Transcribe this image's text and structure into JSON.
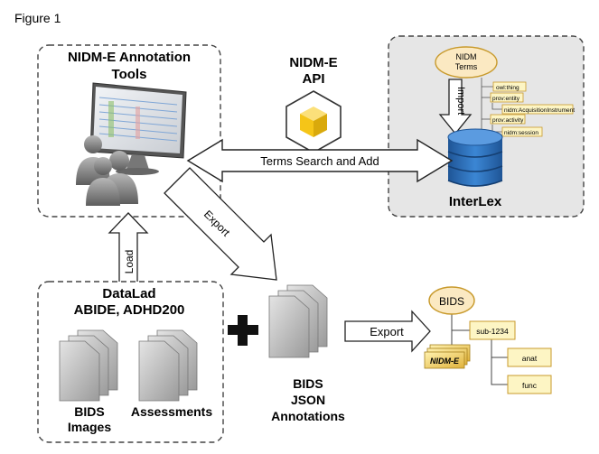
{
  "figure_label": "Figure 1",
  "tools_box": {
    "title_line1": "NIDM-E Annotation",
    "title_line2": "Tools"
  },
  "api": {
    "line1": "NIDM-E",
    "line2": "API"
  },
  "interlex": {
    "label": "InterLex",
    "terms_bubble_line1": "NIDM",
    "terms_bubble_line2": "Terms",
    "import_label": "Import",
    "ontology_terms": [
      "owl:thing",
      "prov:entity",
      "nidm:AcquisitionInstrument",
      "prov:activity",
      "nidm:session"
    ]
  },
  "arrows": {
    "terms_search": "Terms Search and Add",
    "export_diagonal": "Export",
    "load": "Load",
    "export_bids": "Export"
  },
  "datalad_box": {
    "title_line1": "DataLad",
    "title_line2": "ABIDE, ADHD200",
    "images_line1": "BIDS",
    "images_line2": "Images",
    "assessments": "Assessments"
  },
  "bids_annotations": {
    "line1": "BIDS",
    "line2": "JSON",
    "line3": "Annotations"
  },
  "bids_tree": {
    "root": "BIDS",
    "subject": "sub-1234",
    "nidm_file": "NIDM-E",
    "children": [
      "anat",
      "func"
    ]
  },
  "colors": {
    "interlex_bg": "#e6e6e6",
    "database_blue": "#2d6fb7",
    "hex_yellow": "#f5c518",
    "bubble_fill": "#fbe9c2",
    "term_box_fill": "#fdf5c4",
    "gold_border": "#c89a2c"
  }
}
